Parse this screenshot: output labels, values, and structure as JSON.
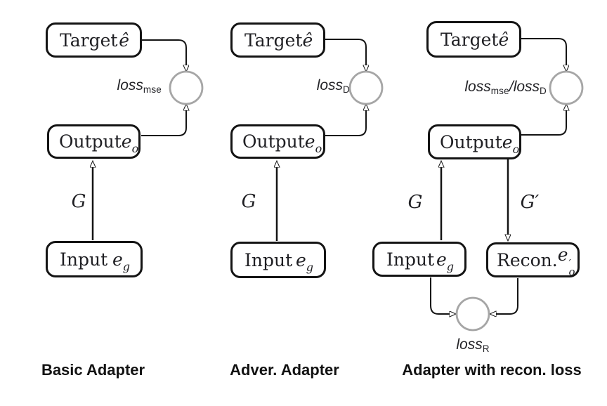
{
  "fig": {
    "title_semantic": "Adapter architectures diagram",
    "colors": {
      "background": "#ffffff",
      "box_border": "#141414",
      "arrow": "#141414",
      "loss_node_border": "#a6a6a6",
      "text": "#1f1f23"
    },
    "columns": [
      {
        "caption": "Basic Adapter",
        "target_label": "Target",
        "target_sym": "ê",
        "output_label": "Output",
        "output_sym": "e",
        "output_sub": "o",
        "input_label": "Input",
        "input_sym": "e",
        "input_sub": "g",
        "g_label": "G",
        "loss_base": "loss",
        "loss_sub": "mse"
      },
      {
        "caption": "Adver. Adapter",
        "target_label": "Target",
        "target_sym": "ê",
        "output_label": "Output",
        "output_sym": "e",
        "output_sub": "o",
        "input_label": "Input",
        "input_sym": "e",
        "input_sub": "g",
        "g_label": "G",
        "loss_base": "loss",
        "loss_sub": "D"
      },
      {
        "caption": "Adapter with recon. loss",
        "target_label": "Target",
        "target_sym": "ê",
        "output_label": "Output",
        "output_sym": "e",
        "output_sub": "o",
        "input_label": "Input",
        "input_sym": "e",
        "input_sub": "g",
        "recon_label": "Recon.",
        "recon_sym": "e",
        "recon_prime": "′",
        "recon_sub": "o",
        "g_label": "G",
        "g2_label": "G′",
        "loss_base": "loss",
        "loss_sub": "mse",
        "loss_sep": "/",
        "loss_base2": "loss",
        "loss_sub2": "D",
        "lossr_base": "loss",
        "lossr_sub": "R"
      }
    ]
  }
}
